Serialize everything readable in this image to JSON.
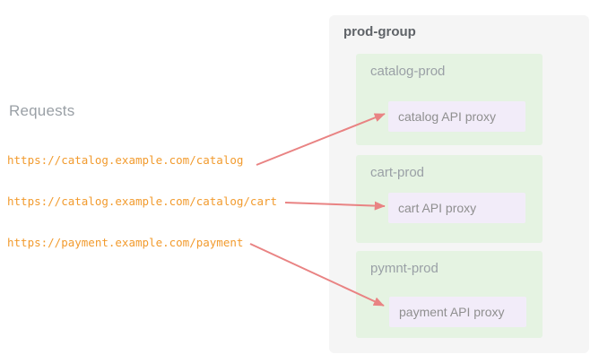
{
  "requests": {
    "title": "Requests",
    "urls": [
      "https://catalog.example.com/catalog",
      "https://catalog.example.com/catalog/cart",
      "https://payment.example.com/payment"
    ]
  },
  "group": {
    "title": "prod-group",
    "environments": [
      {
        "name": "catalog-prod",
        "proxy": "catalog API proxy"
      },
      {
        "name": "cart-prod",
        "proxy": "cart API proxy"
      },
      {
        "name": "pymnt-prod",
        "proxy": "payment API proxy"
      }
    ]
  },
  "colors": {
    "url_text": "#f29b2e",
    "arrow": "#e98383",
    "group_bg": "#f5f5f5",
    "env_bg": "#e5f3e2",
    "proxy_bg": "#f2ecf9",
    "title_text": "#5f6368",
    "label_text": "#9aa0a6",
    "proxy_text": "#8f8f8f",
    "page_bg": "#ffffff"
  }
}
